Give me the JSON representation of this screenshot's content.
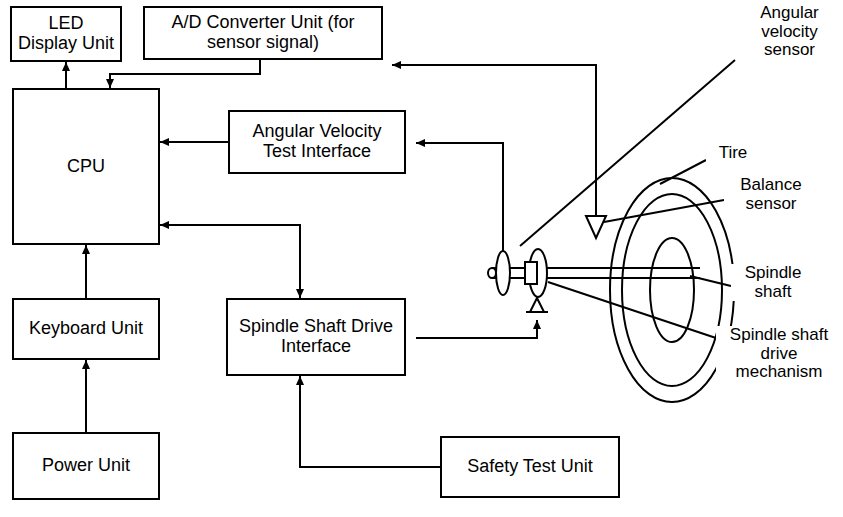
{
  "diagram": {
    "nodes": [
      {
        "text": [
          "LED Display Unit"
        ]
      },
      {
        "text": [
          "A/D Converter Unit (for sensor signal)"
        ]
      },
      {
        "text": [
          "CPU"
        ]
      },
      {
        "text": [
          "Angular Velocity Test Interface"
        ]
      },
      {
        "text": [
          "Keyboard Unit"
        ]
      },
      {
        "text": [
          "Spindle Shaft Drive Interface"
        ]
      },
      {
        "text": [
          "Power Unit"
        ]
      },
      {
        "text": [
          "Safety Test Unit"
        ]
      }
    ],
    "edges": [
      {
        "from": 2,
        "to": 0,
        "arrow": "to"
      },
      {
        "from": 1,
        "to": 2,
        "arrow": "to"
      },
      {
        "from": 3,
        "to": 2,
        "arrow": "to"
      },
      {
        "from": 2,
        "to": 5,
        "arrow": "both"
      },
      {
        "from": 4,
        "to": 2,
        "arrow": "to"
      },
      {
        "from": 6,
        "to": 4,
        "arrow": "to"
      },
      {
        "from": 7,
        "to": 5,
        "arrow": "to"
      }
    ],
    "labels": [
      "Angular velocity sensor",
      "Tire",
      "Balance sensor",
      "Spindle shaft",
      "Spindle shaft drive mechanism"
    ]
  }
}
